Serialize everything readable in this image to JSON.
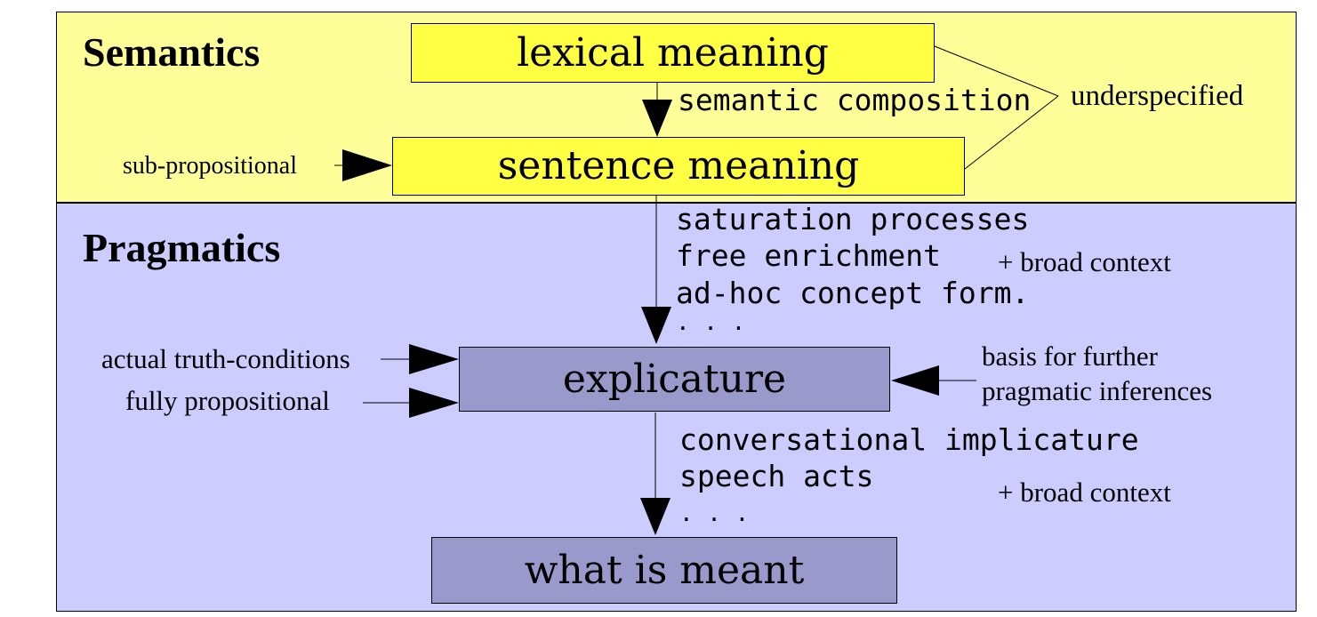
{
  "semantics": {
    "heading": "Semantics",
    "lexical_meaning": "lexical meaning",
    "semantic_composition": "semantic composition",
    "sentence_meaning": "sentence meaning",
    "sub_propositional": "sub-propositional",
    "underspecified": "underspecified"
  },
  "pragmatics": {
    "heading": "Pragmatics",
    "processes_1": [
      "saturation processes",
      "free enrichment",
      "ad-hoc concept form.",
      ". . ."
    ],
    "broad_context_1": "+ broad context",
    "explicature": "explicature",
    "actual_truth_conditions": "actual truth-conditions",
    "fully_propositional": "fully propositional",
    "basis_line1": "basis for further",
    "basis_line2": "pragmatic inferences",
    "processes_2": [
      "conversational implicature",
      "speech acts",
      ". . ."
    ],
    "broad_context_2": "+ broad context",
    "what_is_meant": "what is meant"
  },
  "colors": {
    "semantics_bg": "#ffff99",
    "semantics_box": "#ffff44",
    "pragmatics_bg": "#ccccff",
    "pragmatics_box": "#9999cc"
  }
}
